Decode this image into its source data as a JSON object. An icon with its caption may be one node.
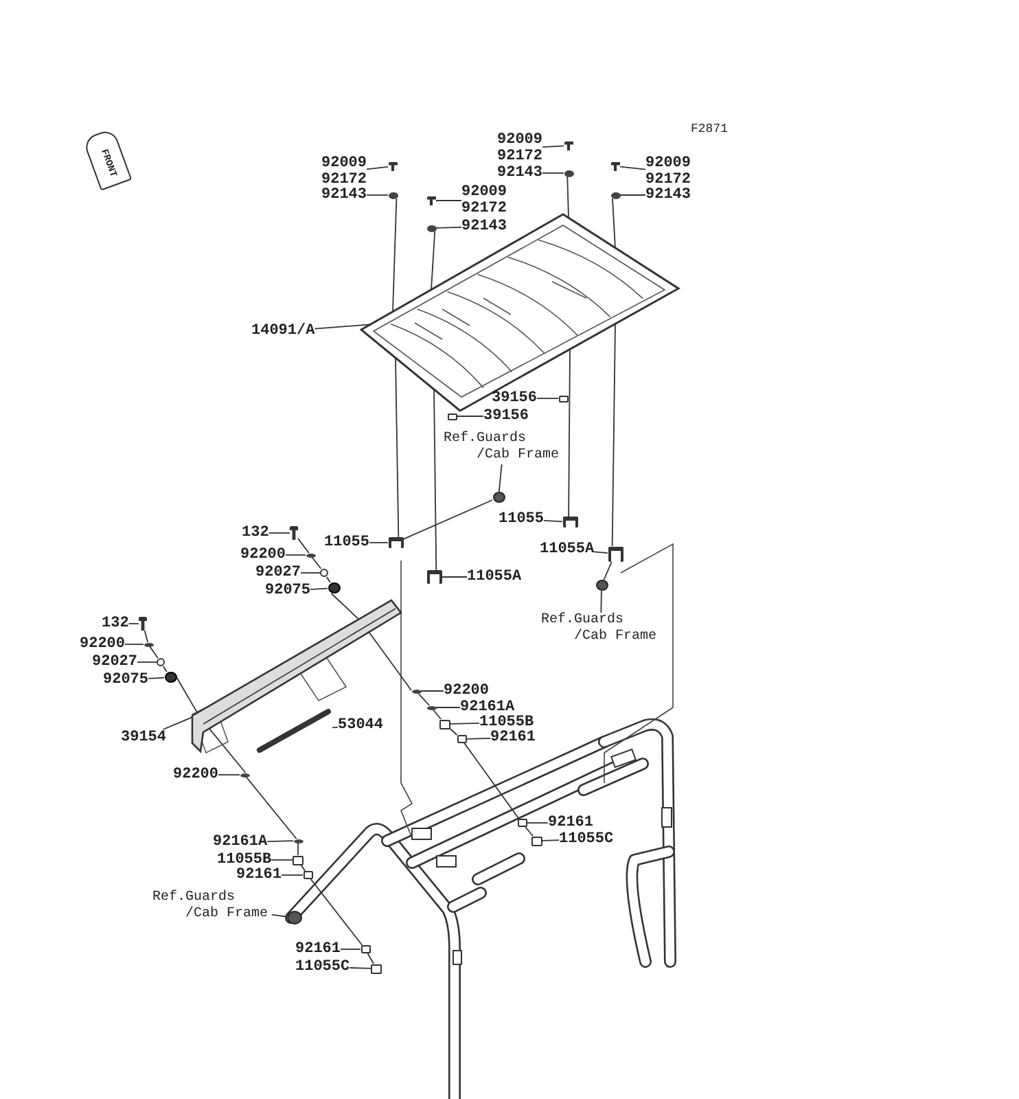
{
  "diagram": {
    "nodes": [
      {
        "text": [
          "92009",
          "92172"
        ]
      },
      {
        "text": [],
        "shape": "box"
      },
      {
        "text": [
          "92143"
        ]
      },
      {
        "text": [],
        "shape": "circle"
      },
      {
        "text": [
          "92009",
          "92172"
        ]
      },
      {
        "text": [],
        "shape": "box"
      },
      {
        "text": [
          "92143"
        ]
      },
      {
        "text": [],
        "shape": "circle"
      },
      {
        "text": [
          "92009",
          "92172"
        ]
      },
      {
        "text": [],
        "shape": "box"
      },
      {
        "text": [
          "92143"
        ]
      },
      {
        "text": [],
        "shape": "circle"
      },
      {
        "text": [
          "92009",
          "92172"
        ]
      },
      {
        "text": [],
        "shape": "box"
      },
      {
        "text": [
          "92143"
        ]
      },
      {
        "text": [],
        "shape": "circle"
      },
      {
        "text": [
          "14091/A"
        ]
      },
      {
        "text": [],
        "shape": "picture"
      },
      {
        "text": [
          "39156"
        ]
      },
      {
        "text": [],
        "shape": "box"
      },
      {
        "text": [
          "39156"
        ]
      },
      {
        "text": [],
        "shape": "box"
      },
      {
        "text": [
          "Ref.Guards /Cab Frame"
        ]
      },
      {
        "text": [],
        "shape": "circle"
      },
      {
        "text": [
          "11055"
        ]
      },
      {
        "text": [],
        "shape": "box"
      },
      {
        "text": [
          "11055"
        ]
      },
      {
        "text": [],
        "shape": "box"
      },
      {
        "text": [
          "11055A"
        ]
      },
      {
        "text": [],
        "shape": "box"
      },
      {
        "text": [
          "11055A"
        ]
      },
      {
        "text": [],
        "shape": "box"
      },
      {
        "text": [
          "Ref.Guards /Cab Frame"
        ]
      },
      {
        "text": [],
        "shape": "circle"
      },
      {
        "text": [
          "132"
        ]
      },
      {
        "text": [],
        "shape": "box"
      },
      {
        "text": [
          "92200"
        ]
      },
      {
        "text": [],
        "shape": "circle"
      },
      {
        "text": [
          "92027"
        ]
      },
      {
        "text": [],
        "shape": "circle"
      },
      {
        "text": [
          "92075"
        ]
      },
      {
        "text": [],
        "shape": "circle"
      },
      {
        "text": [
          "132"
        ]
      },
      {
        "text": [],
        "shape": "box"
      },
      {
        "text": [
          "92200"
        ]
      },
      {
        "text": [],
        "shape": "circle"
      },
      {
        "text": [
          "92027"
        ]
      },
      {
        "text": [],
        "shape": "circle"
      },
      {
        "text": [
          "92075"
        ]
      },
      {
        "text": [],
        "shape": "circle"
      },
      {
        "text": [
          "39154"
        ]
      },
      {
        "text": [],
        "shape": "picture"
      },
      {
        "text": [
          "53044"
        ]
      },
      {
        "text": [],
        "shape": "bar"
      },
      {
        "text": [
          "92200"
        ]
      },
      {
        "text": [],
        "shape": "circle"
      },
      {
        "text": [
          "92161A"
        ]
      },
      {
        "text": [],
        "shape": "circle"
      },
      {
        "text": [
          "11055B"
        ]
      },
      {
        "text": [],
        "shape": "box"
      },
      {
        "text": [
          "92161"
        ]
      },
      {
        "text": [],
        "shape": "box"
      },
      {
        "text": [
          "92200"
        ]
      },
      {
        "text": [],
        "shape": "circle"
      },
      {
        "text": [
          "92161A"
        ]
      },
      {
        "text": [],
        "shape": "circle"
      },
      {
        "text": [
          "11055B"
        ]
      },
      {
        "text": [],
        "shape": "box"
      },
      {
        "text": [
          "92161"
        ]
      },
      {
        "text": [],
        "shape": "box"
      },
      {
        "text": [
          "Ref.Guards /Cab Frame"
        ]
      },
      {
        "text": [],
        "shape": "circle"
      },
      {
        "text": [
          "92161"
        ]
      },
      {
        "text": [],
        "shape": "box"
      },
      {
        "text": [
          "11055C"
        ]
      },
      {
        "text": [],
        "shape": "box"
      },
      {
        "text": [
          "92161"
        ]
      },
      {
        "text": [],
        "shape": "box"
      },
      {
        "text": [
          "11055C"
        ]
      },
      {
        "text": [],
        "shape": "box"
      }
    ],
    "edges": [
      {
        "from": 0,
        "to": 1,
        "arrow": "none"
      },
      {
        "from": 2,
        "to": 3,
        "arrow": "none"
      },
      {
        "from": 4,
        "to": 5,
        "arrow": "none"
      },
      {
        "from": 6,
        "to": 7,
        "arrow": "none"
      },
      {
        "from": 8,
        "to": 9,
        "arrow": "none"
      },
      {
        "from": 10,
        "to": 11,
        "arrow": "none"
      },
      {
        "from": 12,
        "to": 13,
        "arrow": "none"
      },
      {
        "from": 14,
        "to": 15,
        "arrow": "none"
      },
      {
        "from": 16,
        "to": 17,
        "arrow": "none"
      },
      {
        "from": 18,
        "to": 19,
        "arrow": "none"
      },
      {
        "from": 20,
        "to": 21,
        "arrow": "none"
      },
      {
        "from": 22,
        "to": 23,
        "arrow": "none"
      },
      {
        "from": 24,
        "to": 25,
        "arrow": "none"
      },
      {
        "from": 26,
        "to": 27,
        "arrow": "none"
      },
      {
        "from": 28,
        "to": 29,
        "arrow": "none"
      },
      {
        "from": 30,
        "to": 31,
        "arrow": "none"
      },
      {
        "from": 32,
        "to": 33,
        "arrow": "none"
      },
      {
        "from": 34,
        "to": 35,
        "arrow": "none"
      },
      {
        "from": 36,
        "to": 37,
        "arrow": "none"
      },
      {
        "from": 38,
        "to": 39,
        "arrow": "none"
      },
      {
        "from": 40,
        "to": 41,
        "arrow": "none"
      },
      {
        "from": 42,
        "to": 43,
        "arrow": "none"
      },
      {
        "from": 44,
        "to": 45,
        "arrow": "none"
      },
      {
        "from": 46,
        "to": 47,
        "arrow": "none"
      },
      {
        "from": 48,
        "to": 49,
        "arrow": "none"
      },
      {
        "from": 50,
        "to": 51,
        "arrow": "none"
      },
      {
        "from": 52,
        "to": 53,
        "arrow": "none"
      },
      {
        "from": 54,
        "to": 55,
        "arrow": "none"
      },
      {
        "from": 56,
        "to": 57,
        "arrow": "none"
      },
      {
        "from": 58,
        "to": 59,
        "arrow": "none"
      },
      {
        "from": 60,
        "to": 61,
        "arrow": "none"
      },
      {
        "from": 62,
        "to": 63,
        "arrow": "none"
      },
      {
        "from": 64,
        "to": 65,
        "arrow": "none"
      },
      {
        "from": 66,
        "to": 67,
        "arrow": "none"
      },
      {
        "from": 68,
        "to": 69,
        "arrow": "none"
      },
      {
        "from": 70,
        "to": 71,
        "arrow": "none"
      },
      {
        "from": 72,
        "to": 73,
        "arrow": "none"
      },
      {
        "from": 74,
        "to": 75,
        "arrow": "none"
      },
      {
        "from": 76,
        "to": 77,
        "arrow": "none"
      },
      {
        "from": 78,
        "to": 79,
        "arrow": "none"
      },
      {
        "from": 3,
        "to": 17,
        "arrow": "none"
      },
      {
        "from": 17,
        "to": 25,
        "arrow": "none"
      },
      {
        "from": 7,
        "to": 17,
        "arrow": "none"
      },
      {
        "from": 17,
        "to": 29,
        "arrow": "none"
      },
      {
        "from": 11,
        "to": 17,
        "arrow": "none"
      },
      {
        "from": 17,
        "to": 27,
        "arrow": "none"
      },
      {
        "from": 15,
        "to": 17,
        "arrow": "none"
      },
      {
        "from": 17,
        "to": 31,
        "arrow": "none"
      },
      {
        "from": 23,
        "to": 25,
        "arrow": "none"
      },
      {
        "from": 33,
        "to": 31,
        "arrow": "none"
      },
      {
        "from": 35,
        "to": 37,
        "arrow": "none"
      },
      {
        "from": 37,
        "to": 39,
        "arrow": "none"
      },
      {
        "from": 39,
        "to": 41,
        "arrow": "none"
      },
      {
        "from": 41,
        "to": 51,
        "arrow": "none"
      },
      {
        "from": 51,
        "to": 55,
        "arrow": "none"
      },
      {
        "from": 55,
        "to": 57,
        "arrow": "none"
      },
      {
        "from": 57,
        "to": 59,
        "arrow": "none"
      },
      {
        "from": 59,
        "to": 61,
        "arrow": "none"
      },
      {
        "from": 61,
        "to": 77,
        "arrow": "none"
      },
      {
        "from": 77,
        "to": 79,
        "arrow": "none"
      },
      {
        "from": 43,
        "to": 45,
        "arrow": "none"
      },
      {
        "from": 45,
        "to": 47,
        "arrow": "none"
      },
      {
        "from": 47,
        "to": 49,
        "arrow": "none"
      },
      {
        "from": 49,
        "to": 51,
        "arrow": "none"
      },
      {
        "from": 51,
        "to": 63,
        "arrow": "none"
      },
      {
        "from": 63,
        "to": 65,
        "arrow": "none"
      },
      {
        "from": 65,
        "to": 67,
        "arrow": "none"
      },
      {
        "from": 67,
        "to": 69,
        "arrow": "none"
      },
      {
        "from": 69,
        "to": 73,
        "arrow": "none"
      },
      {
        "from": 73,
        "to": 75,
        "arrow": "none"
      }
    ],
    "labels": [
      "FRONT",
      "F2871"
    ]
  }
}
